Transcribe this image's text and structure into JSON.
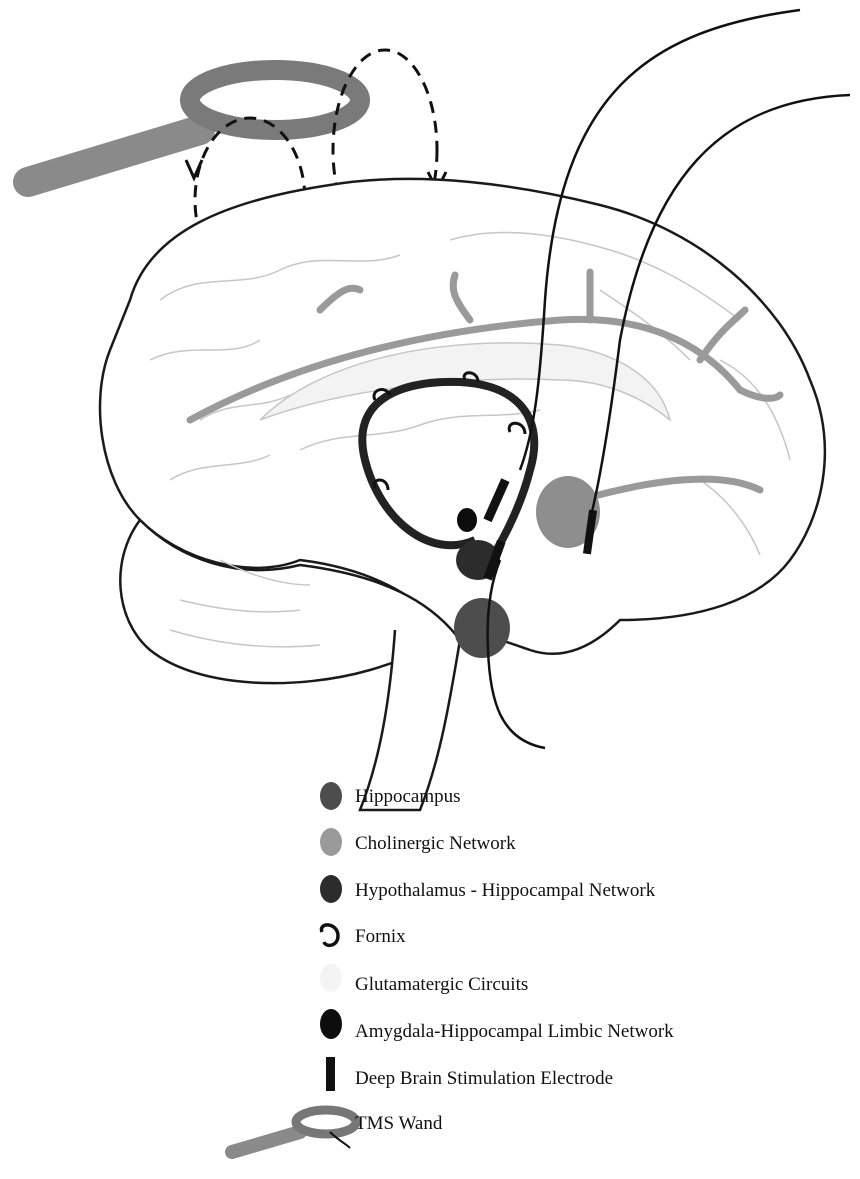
{
  "colors": {
    "hippocampus": "#4d4d4d",
    "cholinergic": "#9a9a9a",
    "hypothalamus_hippocampal": "#2c2c2c",
    "fornix": "#222222",
    "glutamatergic": "#e9e9e9",
    "amygdala_hippocampal": "#0d0d0d",
    "electrode": "#111111",
    "tms_wand": "#8a8a8a",
    "brain_outline": "#1a1a1a",
    "brain_detail": "#c6c6c6"
  },
  "legend": [
    {
      "label": "Hippocampus",
      "icon": "dark-gray-oval-icon"
    },
    {
      "label": "Cholinergic Network",
      "icon": "light-gray-oval-icon"
    },
    {
      "label": "Hypothalamus - Hippocampal Network",
      "icon": "darker-gray-oval-icon"
    },
    {
      "label": "Fornix",
      "icon": "hook-icon"
    },
    {
      "label": "Glutamatergic Circuits",
      "icon": "faint-oval-icon"
    },
    {
      "label": "Amygdala-Hippocampal Limbic Network",
      "icon": "black-oval-icon"
    },
    {
      "label": "Deep Brain Stimulation Electrode",
      "icon": "electrode-bar-icon"
    },
    {
      "label": "TMS Wand",
      "icon": "tms-wand-icon"
    }
  ]
}
